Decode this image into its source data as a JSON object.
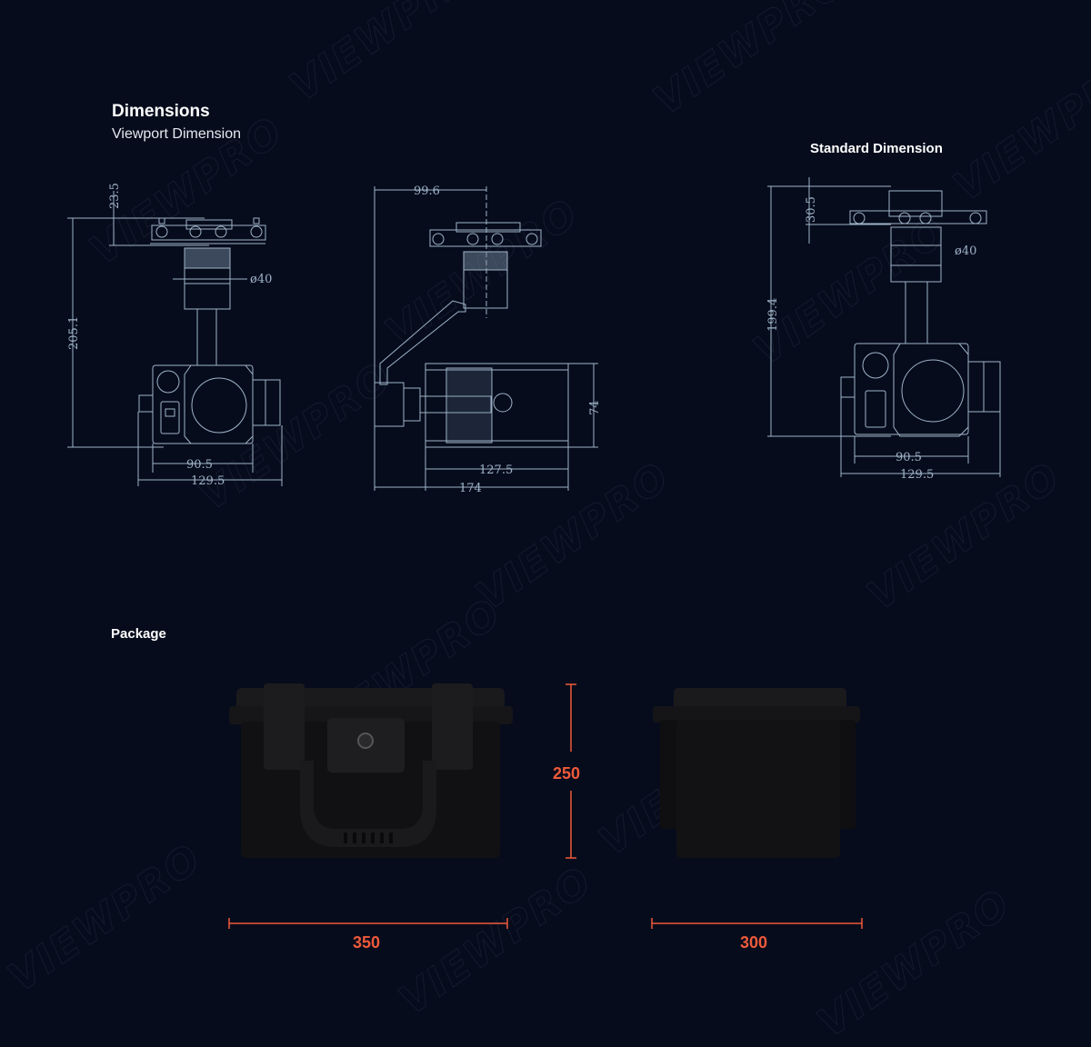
{
  "header": {
    "title": "Dimensions",
    "subtitle": "Viewport Dimension",
    "standard_title": "Standard Dimension"
  },
  "watermark": "VIEWPRO",
  "drawings": {
    "viewport_front": {
      "top_offset": "23.5",
      "height": "205.1",
      "diameter": "ø40",
      "inner_width": "90.5",
      "outer_width": "129.5"
    },
    "viewport_side": {
      "arm_offset": "99.6",
      "body_height": "74",
      "body_length": "127.5",
      "total_length": "174"
    },
    "standard_front": {
      "top_offset": "30.5",
      "height": "199.4",
      "diameter": "ø40",
      "inner_width": "90.5",
      "outer_width": "129.5"
    }
  },
  "package": {
    "title": "Package",
    "height": "250",
    "width": "350",
    "depth": "300"
  },
  "colors": {
    "background": "#060c1c",
    "line": "#9fb3c8",
    "accent": "#ef5a3a"
  }
}
